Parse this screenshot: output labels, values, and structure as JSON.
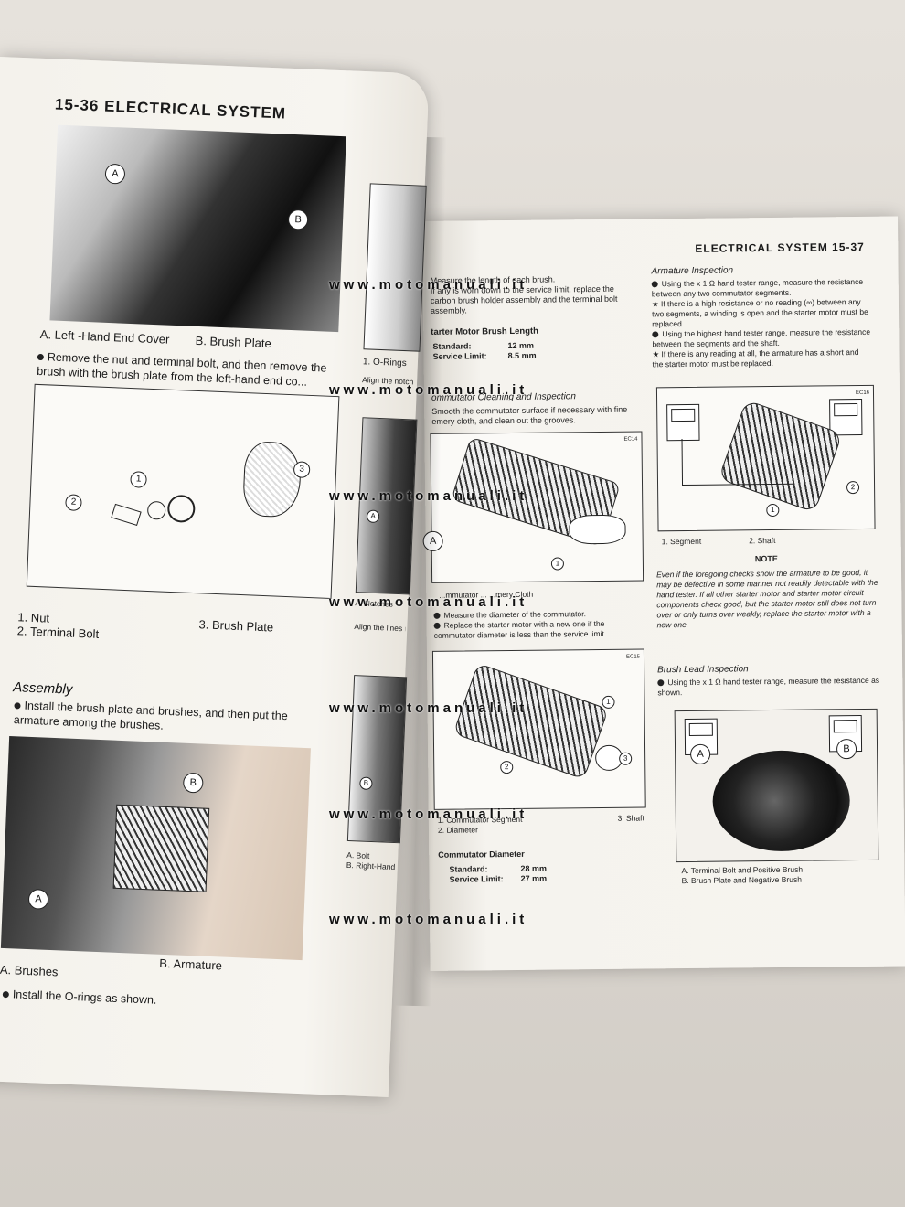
{
  "left_page": {
    "header": "15-36 ELECTRICAL SYSTEM",
    "fig1": {
      "callout_a": "A",
      "callout_b": "B",
      "caption_a": "A. Left -Hand End Cover",
      "caption_b": "B. Brush Plate"
    },
    "step1": "Remove the nut and terminal bolt, and then remove the brush with the brush plate from the left-hand end co...",
    "fig2": {
      "c1": "1",
      "c2": "2",
      "c3": "3",
      "cap1": "1. Nut",
      "cap2": "2. Terminal Bolt",
      "cap3": "3. Brush Plate"
    },
    "assembly_title": "Assembly",
    "assembly_step": "Install the brush plate and brushes, and then put the armature among the brushes.",
    "fig3": {
      "callout_a": "A",
      "callout_b": "B",
      "caption_a": "A. Brushes",
      "caption_b": "B. Armature"
    },
    "step_final": "Install the O-rings as shown.",
    "side_col": {
      "cap_orings": "1. O-Rings",
      "align_notch": "Align the notch ... notch and the ma...",
      "callout_a": "A",
      "callout_b": "B",
      "cap_notches": "A. Notches",
      "align_lines": "Align the lines mar... end cover bolt.",
      "cap_bolt": "A. Bolt",
      "cap_cover": "B. Right-Hand End Cov..."
    }
  },
  "right_page": {
    "header": "ELECTRICAL SYSTEM 15-37",
    "col1": {
      "measure_line1": "Measure the length of each brush.",
      "measure_line2": "If any is worn down to the service limit, replace the carbon brush holder assembly and the terminal bolt assembly.",
      "brush_len_title": "tarter Motor Brush Length",
      "std_label": "Standard:",
      "std_value": "12 mm",
      "svc_label": "Service Limit:",
      "svc_value": "8.5 mm",
      "comm_title": "ommutator Cleaning and Inspection",
      "comm_text": "Smooth the commutator surface if necessary with fine emery cloth, and clean out the grooves.",
      "fig_ec14": "EC14",
      "fig_ec14_callout_a": "A",
      "fig_ec14_callout_1": "1",
      "fig_ec14_caption": "...mmutator ... ...mery Cloth",
      "measure_diam": "Measure the diameter of the commutator.",
      "replace_motor": "Replace the starter motor with a new one if the commutator diameter is less than the service limit.",
      "fig_ec15": "EC15",
      "fig_ec15_c1": "1",
      "fig_ec15_c2": "2",
      "fig_ec15_c3": "3",
      "cap_segment": "1. Commutator Segment",
      "cap_diameter": "2. Diameter",
      "cap_shaft": "3. Shaft",
      "diam_title": "Commutator Diameter",
      "diam_std_label": "Standard:",
      "diam_std_value": "28 mm",
      "diam_svc_label": "Service Limit:",
      "diam_svc_value": "27 mm"
    },
    "col2": {
      "arm_title": "Armature Inspection",
      "arm_b1": "Using the x 1 Ω hand tester range, measure the resistance between any two commutator segments.",
      "arm_b2": "If there is a high resistance or no reading (∞) between any two segments, a winding is open and the starter motor must be replaced.",
      "arm_b3": "Using the highest hand tester range, measure the resistance between the segments and the shaft.",
      "arm_b4": "If there is any reading at all, the armature has a short and the starter motor must be replaced.",
      "fig_ec16": "EC16",
      "fig_ec16_c1": "1",
      "fig_ec16_c2": "2",
      "cap_segment": "1. Segment",
      "cap_shaft": "2. Shaft",
      "note_title": "NOTE",
      "note_text": "Even if the foregoing checks show the armature to be good, it may be defective in some manner not readily detectable with the hand tester. If all other starter motor and starter motor circuit components check good, but the starter motor still does not turn over or only turns over weakly, replace the starter motor with a new one.",
      "lead_title": "Brush Lead Inspection",
      "lead_text": "Using the x 1 Ω hand tester range, measure the resistance as shown.",
      "fig_callout_a": "A",
      "fig_callout_b": "B",
      "cap_a": "A. Terminal Bolt and Positive Brush",
      "cap_b": "B. Brush Plate and Negative Brush"
    }
  },
  "watermark": "www.motomanuali.it"
}
